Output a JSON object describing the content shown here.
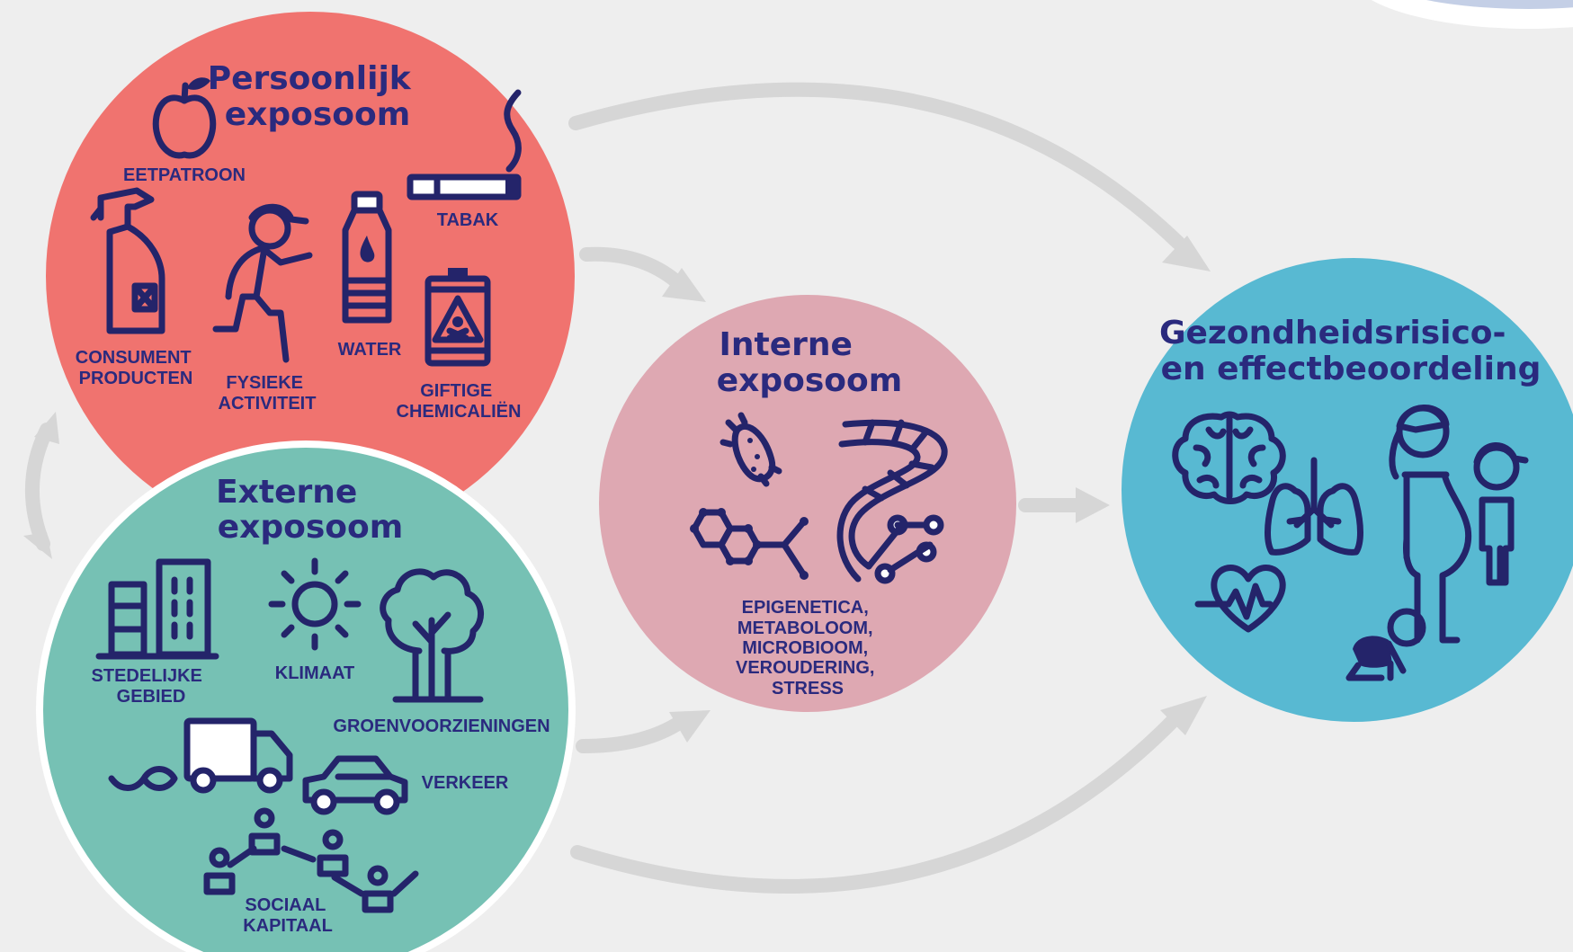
{
  "colors": {
    "background": "#eeeeee",
    "persoonlijk": "#f0736f",
    "externe": "#76c1b4",
    "interne": "#dea8b2",
    "gezondheid": "#58b9d2",
    "text": "#2a2a7e",
    "arrows": "#d6d6d6"
  },
  "persoonlijk": {
    "title": [
      "Persoonlijk",
      "exposoom"
    ],
    "labels": {
      "eetpatroon": [
        "EETPATROON"
      ],
      "tabak": [
        "TABAK"
      ],
      "consument": [
        "CONSUMENT",
        "PRODUCTEN"
      ],
      "fysieke": [
        "FYSIEKE",
        "ACTIVITEIT"
      ],
      "water": [
        "WATER"
      ],
      "giftige": [
        "GIFTIGE",
        "CHEMICALIËN"
      ]
    }
  },
  "externe": {
    "title": [
      "Externe",
      "exposoom"
    ],
    "labels": {
      "stedelijke": [
        "STEDELIJKE",
        "GEBIED"
      ],
      "klimaat": [
        "KLIMAAT"
      ],
      "groen": [
        "GROENVOORZIENINGEN"
      ],
      "verkeer": [
        "VERKEER"
      ],
      "sociaal": [
        "SOCIAAL",
        "KAPITAAL"
      ]
    }
  },
  "interne": {
    "title": [
      "Interne",
      "exposoom"
    ],
    "labels": {
      "omics": [
        "EPIGENETICA,",
        "METABOLOOM,",
        "MICROBIOOM,",
        "VEROUDERING,",
        "STRESS"
      ]
    }
  },
  "gezondheid": {
    "title": [
      "Gezondheidsrisico-",
      "en effectbeoordeling"
    ]
  },
  "icons": [
    "apple-icon",
    "cigarette-icon",
    "spray-bottle-icon",
    "running-person-icon",
    "water-bottle-icon",
    "toxic-barrel-icon",
    "buildings-icon",
    "sun-icon",
    "tree-icon",
    "truck-icon",
    "car-icon",
    "social-network-icon",
    "bacteria-icon",
    "molecule-icon",
    "dna-icon",
    "brain-icon",
    "lungs-icon",
    "heart-icon",
    "pregnant-woman-icon",
    "child-icon",
    "baby-icon"
  ]
}
